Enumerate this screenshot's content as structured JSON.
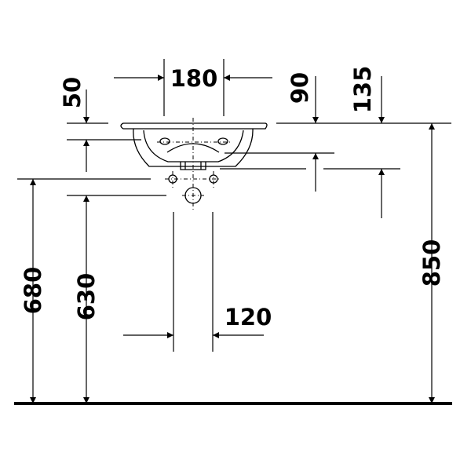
{
  "dimensions": {
    "d180": "180",
    "d50": "50",
    "d90": "90",
    "d135": "135",
    "d680": "680",
    "d630": "630",
    "d120": "120",
    "d850": "850"
  }
}
